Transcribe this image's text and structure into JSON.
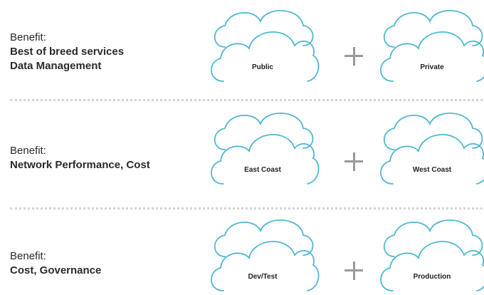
{
  "rows": [
    {
      "benefit_label": "Benefit:",
      "benefit_lines": [
        "Best of breed services",
        "Data Management"
      ],
      "left_cloud": "Public",
      "right_cloud": "Private"
    },
    {
      "benefit_label": "Benefit:",
      "benefit_lines": [
        "Network Performance, Cost"
      ],
      "left_cloud": "East Coast",
      "right_cloud": "West Coast"
    },
    {
      "benefit_label": "Benefit:",
      "benefit_lines": [
        "Cost, Governance"
      ],
      "left_cloud": "Dev/Test",
      "right_cloud": "Production"
    }
  ],
  "colors": {
    "cloud_outline": "#4fb8d3",
    "plus_sign": "#9a9a9a",
    "divider": "#d4d4d4"
  },
  "icons": {
    "cloud": "cloud-icon",
    "plus": "plus-icon"
  }
}
